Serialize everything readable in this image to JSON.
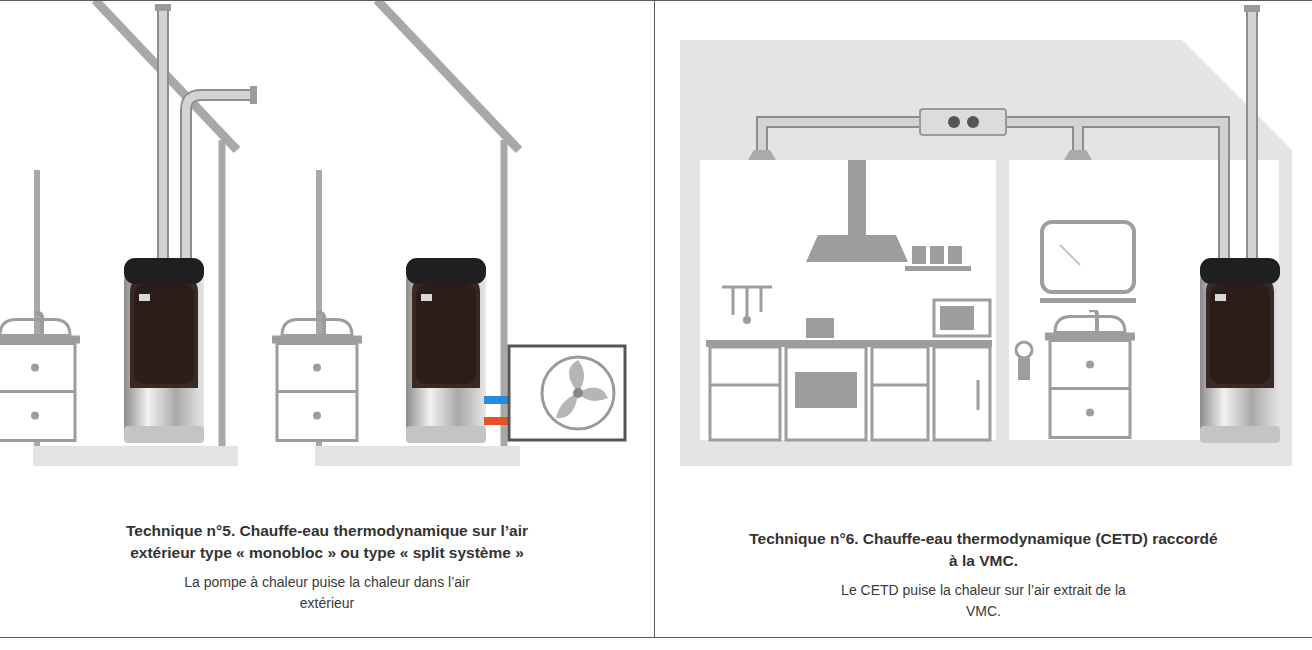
{
  "diagram": {
    "nodes": [
      {
        "text": [
          "Technique n°5. Chauffe-eau thermodynamique sur l’air extérieur type « monobloc » ou type « split système »",
          "La pompe à chaleur puise la chaleur dans l’air extérieur"
        ]
      },
      {
        "text": [
          "Technique n°6. Chauffe-eau thermodynamique (CETD) raccordé à la VMC.",
          "Le CETD puise la chaleur sur l’air extrait de la VMC."
        ]
      }
    ]
  }
}
